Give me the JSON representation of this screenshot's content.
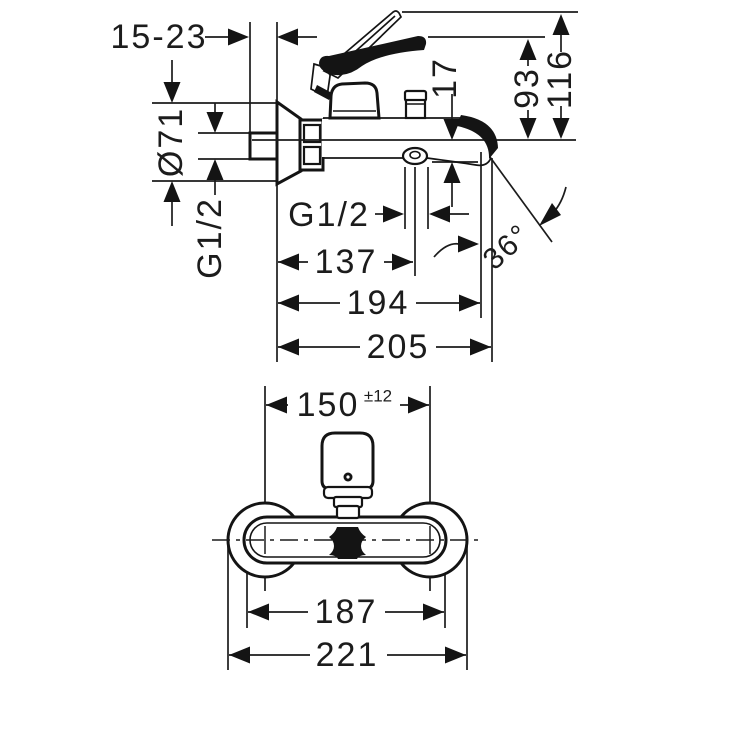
{
  "side_view": {
    "wall_depth": "15-23",
    "escutcheon_diameter": "Ø71",
    "inlet_thread": "G1/2",
    "spout_drop": "17",
    "height_to_spout": "93",
    "height_overall": "116",
    "outlet_thread": "G1/2",
    "wall_to_outlet": "137",
    "wall_to_spout_inner": "194",
    "wall_to_spout_tip": "205",
    "spout_angle": "36°"
  },
  "front_view": {
    "connection_centers": "150",
    "connection_tolerance": "±12",
    "body_width": "187",
    "overall_width": "221"
  }
}
